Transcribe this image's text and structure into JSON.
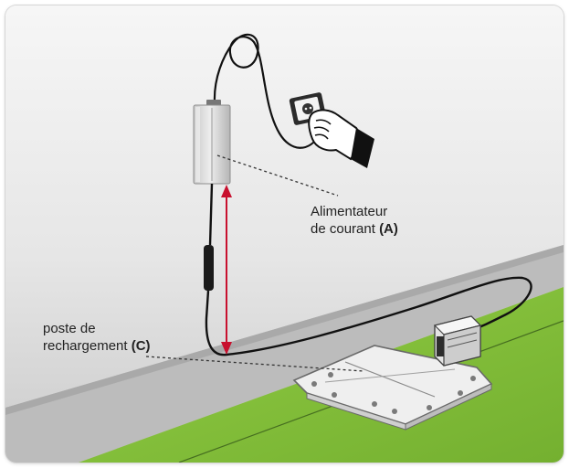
{
  "labels": {
    "power_supply": {
      "line1": "Alimentateur",
      "line2_prefix": "de courant ",
      "line2_code": "(A)"
    },
    "charging_station": {
      "line1": "poste de",
      "line2_prefix": "rechargement ",
      "line2_code": "(C)"
    }
  },
  "colors": {
    "wall_light": "#f4f4f4",
    "wall_dark": "#cfcfcf",
    "curb": "#bdbdbd",
    "lawn": "#8cc63f",
    "lawn_dark": "#6fa82b",
    "arrow": "#c8102e",
    "cable": "#111111",
    "station": "#e9e9e9"
  }
}
